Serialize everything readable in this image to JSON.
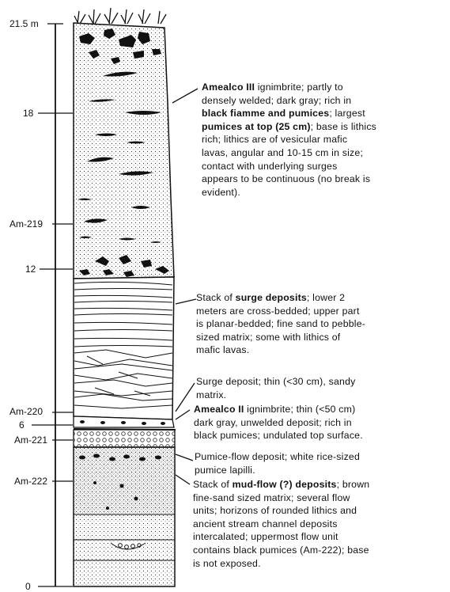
{
  "scale_labels": {
    "top": "21.5 m",
    "l18": "18",
    "am219": "Am-219",
    "l12": "12",
    "am220": "Am-220",
    "l6": "6",
    "am221": "Am-221",
    "am222": "Am-222",
    "l0": "0"
  },
  "descriptions": {
    "amealco3": {
      "l1a": "Amealco III",
      "l1b": " ignimbrite; partly to",
      "l2a": "densely welded; dark gray; rich in",
      "l3a": "black fiamme and pumices",
      "l3b": "; largest",
      "l4a": "pumices at top (25 cm)",
      "l4b": "; base is lithics",
      "l5": "rich; lithics are of vesicular mafic",
      "l6": "lavas, angular and 10-15 cm in size;",
      "l7": "contact  with  underlying  surges",
      "l8": "appears to be continuous (no break is",
      "l9": "evident)."
    },
    "surge_stack": {
      "l1a": "Stack of ",
      "l1b": "surge deposits",
      "l1c": "; lower 2",
      "l2": "meters are cross-bedded; upper part",
      "l3": "is planar-bedded; fine sand to pebble-",
      "l4": "sized matrix; some with lithics of",
      "l5": "mafic lavas."
    },
    "surge_thin": {
      "l1": "Surge deposit; thin (<30 cm), sandy",
      "l2": "matrix."
    },
    "amealco2": {
      "l1a": "Amealco II",
      "l1b": " ignimbrite; thin (<50 cm)",
      "l2": "dark gray, unwelded deposit; rich in",
      "l3": "black pumices; undulated top surface."
    },
    "pumice_flow": {
      "l1": "Pumice-flow deposit; white rice-sized",
      "l2": "pumice lapilli."
    },
    "mudflow": {
      "l1a": "Stack of ",
      "l1b": "mud-flow (?) deposits",
      "l1c": "; brown",
      "l2": "fine-sand sized matrix; several flow",
      "l3": "units; horizons of rounded lithics and",
      "l4": "ancient  stream  channel  deposits",
      "l5": "intercalated;  uppermost  flow  unit",
      "l6": "contains black pumices (Am-222); base",
      "l7": "is not exposed."
    }
  }
}
